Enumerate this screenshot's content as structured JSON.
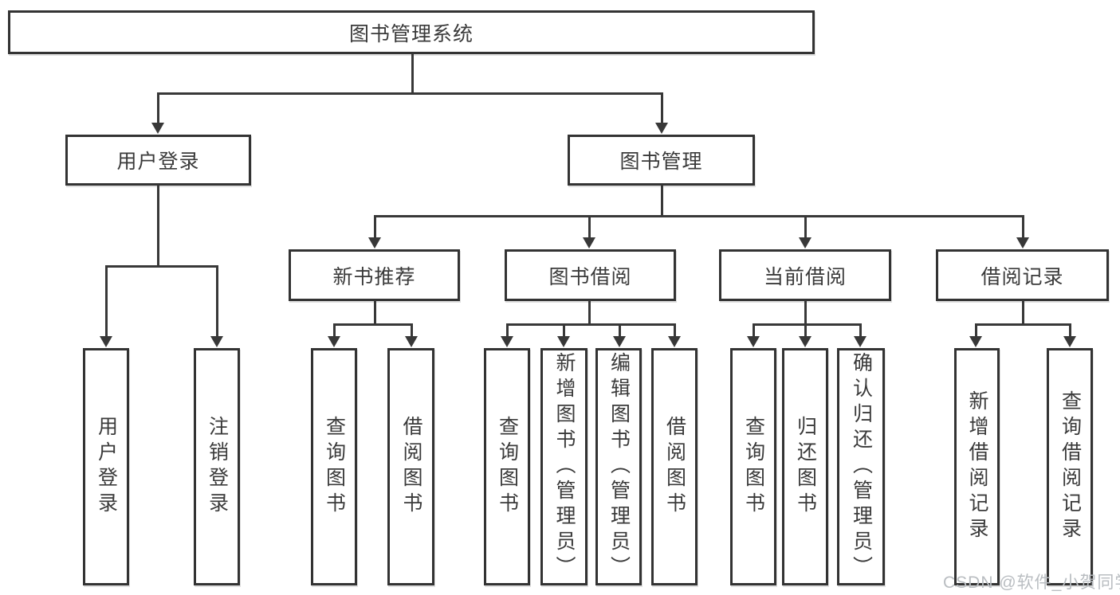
{
  "diagram": {
    "root": {
      "label": "图书管理系统"
    },
    "level2": [
      {
        "label": "用户登录",
        "children": [
          {
            "label": "用户登录"
          },
          {
            "label": "注销登录"
          }
        ]
      },
      {
        "label": "图书管理",
        "children": [
          {
            "label": "新书推荐",
            "children": [
              {
                "label": "查询图书"
              },
              {
                "label": "借阅图书"
              }
            ]
          },
          {
            "label": "图书借阅",
            "children": [
              {
                "label": "查询图书"
              },
              {
                "label": "新增图书（管理员）"
              },
              {
                "label": "编辑图书（管理员）"
              },
              {
                "label": "借阅图书"
              }
            ]
          },
          {
            "label": "当前借阅",
            "children": [
              {
                "label": "查询图书"
              },
              {
                "label": "归还图书"
              },
              {
                "label": "确认归还（管理员）"
              }
            ]
          },
          {
            "label": "借阅记录",
            "children": [
              {
                "label": "新增借阅记录"
              },
              {
                "label": "查询借阅记录"
              }
            ]
          }
        ]
      }
    ]
  },
  "watermark": {
    "text": "CSDN @软件_小贺同学"
  },
  "colors": {
    "line": "#383838",
    "border": "#333333",
    "text": "#3a3a3a",
    "background": "#ffffff",
    "watermark": "#b9bdc1"
  }
}
